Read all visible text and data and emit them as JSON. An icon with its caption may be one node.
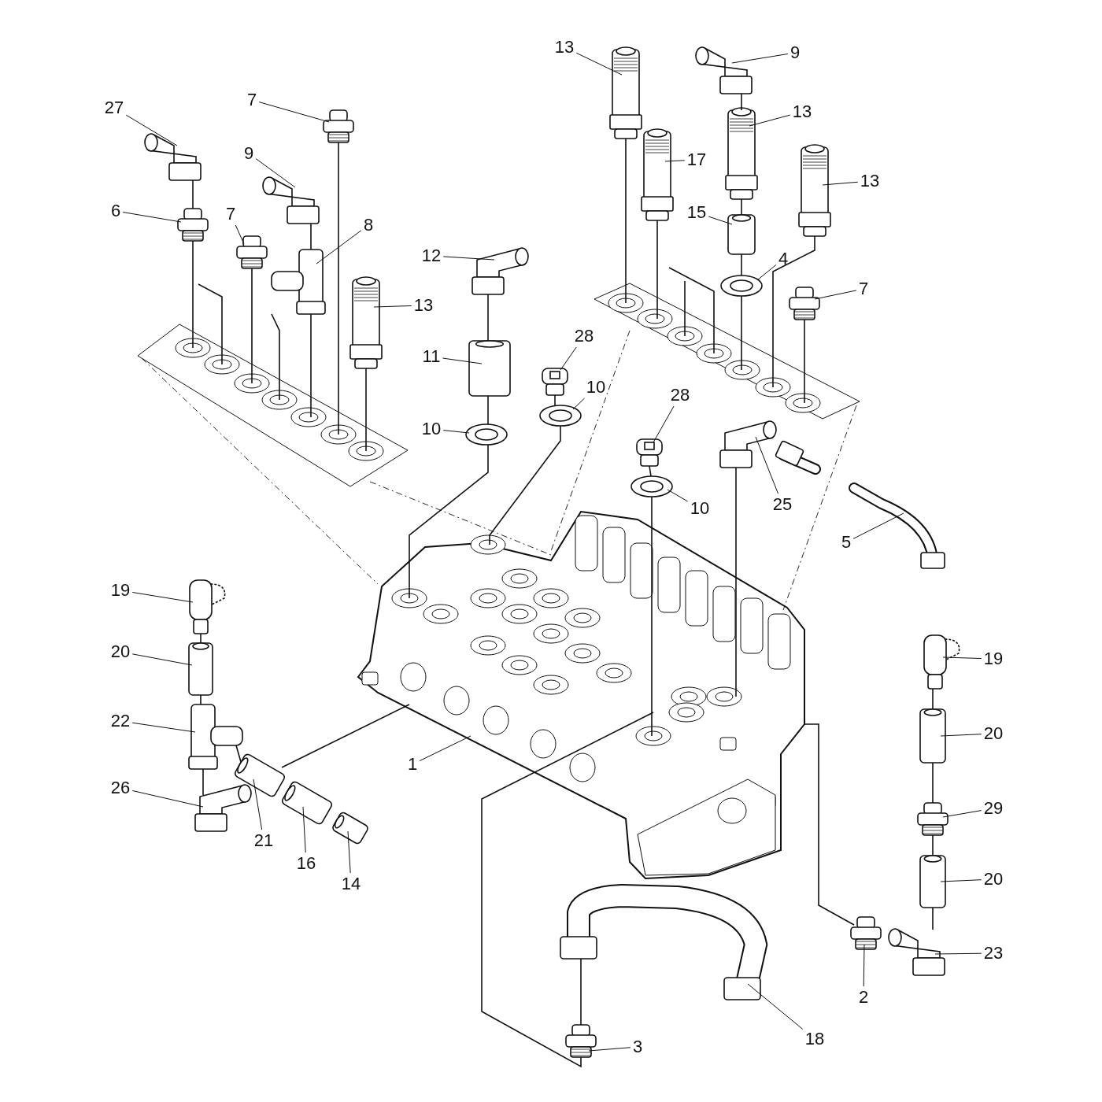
{
  "diagram": {
    "nodes": [
      {
        "text": [
          "27"
        ]
      },
      {
        "text": [
          "7"
        ]
      },
      {
        "text": [
          "9"
        ]
      },
      {
        "text": [
          "6"
        ]
      },
      {
        "text": [
          "7"
        ]
      },
      {
        "text": [
          "8"
        ]
      },
      {
        "text": [
          "13"
        ]
      },
      {
        "text": [
          "12"
        ]
      },
      {
        "text": [
          "11"
        ]
      },
      {
        "text": [
          "28"
        ]
      },
      {
        "text": [
          "10"
        ]
      },
      {
        "text": [
          "10"
        ]
      },
      {
        "text": [
          "13"
        ]
      },
      {
        "text": [
          "9"
        ]
      },
      {
        "text": [
          "13"
        ]
      },
      {
        "text": [
          "17"
        ]
      },
      {
        "text": [
          "15"
        ]
      },
      {
        "text": [
          "13"
        ]
      },
      {
        "text": [
          "4"
        ]
      },
      {
        "text": [
          "7"
        ]
      },
      {
        "text": [
          "28"
        ]
      },
      {
        "text": [
          "10"
        ]
      },
      {
        "text": [
          "25"
        ]
      },
      {
        "text": [
          "5"
        ]
      },
      {
        "text": [
          "19"
        ]
      },
      {
        "text": [
          "20"
        ]
      },
      {
        "text": [
          "22"
        ]
      },
      {
        "text": [
          "26"
        ]
      },
      {
        "text": [
          "21"
        ]
      },
      {
        "text": [
          "16"
        ]
      },
      {
        "text": [
          "14"
        ]
      },
      {
        "text": [
          "1"
        ]
      },
      {
        "text": [
          "19"
        ]
      },
      {
        "text": [
          "20"
        ]
      },
      {
        "text": [
          "29"
        ]
      },
      {
        "text": [
          "20"
        ]
      },
      {
        "text": [
          "23"
        ]
      },
      {
        "text": [
          "2"
        ]
      },
      {
        "text": [
          "18"
        ]
      },
      {
        "text": [
          "3"
        ]
      },
      {
        "text": [],
        "shape": "picture"
      },
      {
        "text": [],
        "shape": "picture"
      },
      {
        "text": [],
        "shape": "picture"
      },
      {
        "text": [],
        "shape": "picture"
      },
      {
        "text": [],
        "shape": "picture"
      },
      {
        "text": [],
        "shape": "picture"
      },
      {
        "text": [],
        "shape": "picture"
      },
      {
        "text": [],
        "shape": "picture"
      },
      {
        "text": [],
        "shape": "picture"
      },
      {
        "text": [],
        "shape": "picture"
      },
      {
        "text": [],
        "shape": "picture"
      },
      {
        "text": [],
        "shape": "picture"
      },
      {
        "text": [],
        "shape": "picture"
      },
      {
        "text": [],
        "shape": "picture"
      },
      {
        "text": [],
        "shape": "picture"
      },
      {
        "text": [],
        "shape": "picture"
      },
      {
        "text": [],
        "shape": "picture"
      },
      {
        "text": [],
        "shape": "picture"
      },
      {
        "text": [],
        "shape": "picture"
      },
      {
        "text": [],
        "shape": "picture"
      },
      {
        "text": [],
        "shape": "picture"
      },
      {
        "text": [],
        "shape": "picture"
      },
      {
        "text": [],
        "shape": "picture"
      },
      {
        "text": [],
        "shape": "picture"
      },
      {
        "text": [],
        "shape": "picture"
      },
      {
        "text": [],
        "shape": "picture"
      },
      {
        "text": [],
        "shape": "picture"
      },
      {
        "text": [],
        "shape": "picture"
      },
      {
        "text": [],
        "shape": "picture"
      },
      {
        "text": [],
        "shape": "picture"
      },
      {
        "text": [],
        "shape": "picture"
      },
      {
        "text": [],
        "shape": "picture"
      },
      {
        "text": [],
        "shape": "picture"
      },
      {
        "text": [],
        "shape": "picture"
      },
      {
        "text": [],
        "shape": "picture"
      },
      {
        "text": [],
        "shape": "picture"
      },
      {
        "text": [],
        "shape": "picture"
      },
      {
        "text": [],
        "shape": "picture"
      },
      {
        "text": [],
        "shape": "picture"
      },
      {
        "text": [],
        "shape": "picture"
      },
      {
        "text": [],
        "shape": "picture"
      },
      {
        "text": [],
        "shape": "picture"
      }
    ],
    "edges": [
      {
        "from": 0,
        "to": 40,
        "arrow": "none"
      },
      {
        "from": 1,
        "to": 42,
        "arrow": "none"
      },
      {
        "from": 2,
        "to": 43,
        "arrow": "none"
      },
      {
        "from": 3,
        "to": 41,
        "arrow": "none"
      },
      {
        "from": 4,
        "to": 44,
        "arrow": "none"
      },
      {
        "from": 5,
        "to": 45,
        "arrow": "none"
      },
      {
        "from": 6,
        "to": 46,
        "arrow": "none"
      },
      {
        "from": 7,
        "to": 47,
        "arrow": "none"
      },
      {
        "from": 8,
        "to": 48,
        "arrow": "none"
      },
      {
        "from": 9,
        "to": 50,
        "arrow": "none"
      },
      {
        "from": 10,
        "to": 51,
        "arrow": "none"
      },
      {
        "from": 11,
        "to": 49,
        "arrow": "none"
      },
      {
        "from": 12,
        "to": 52,
        "arrow": "none"
      },
      {
        "from": 13,
        "to": 54,
        "arrow": "none"
      },
      {
        "from": 14,
        "to": 55,
        "arrow": "none"
      },
      {
        "from": 15,
        "to": 53,
        "arrow": "none"
      },
      {
        "from": 16,
        "to": 56,
        "arrow": "none"
      },
      {
        "from": 17,
        "to": 58,
        "arrow": "none"
      },
      {
        "from": 18,
        "to": 57,
        "arrow": "none"
      },
      {
        "from": 19,
        "to": 59,
        "arrow": "none"
      },
      {
        "from": 20,
        "to": 60,
        "arrow": "none"
      },
      {
        "from": 21,
        "to": 61,
        "arrow": "none"
      },
      {
        "from": 22,
        "to": 62,
        "arrow": "none"
      },
      {
        "from": 23,
        "to": 63,
        "arrow": "none"
      },
      {
        "from": 24,
        "to": 64,
        "arrow": "none"
      },
      {
        "from": 25,
        "to": 65,
        "arrow": "none"
      },
      {
        "from": 26,
        "to": 66,
        "arrow": "none"
      },
      {
        "from": 27,
        "to": 67,
        "arrow": "none"
      },
      {
        "from": 28,
        "to": 68,
        "arrow": "none"
      },
      {
        "from": 29,
        "to": 69,
        "arrow": "none"
      },
      {
        "from": 30,
        "to": 70,
        "arrow": "none"
      },
      {
        "from": 31,
        "to": 71,
        "arrow": "none"
      },
      {
        "from": 32,
        "to": 72,
        "arrow": "none"
      },
      {
        "from": 33,
        "to": 73,
        "arrow": "none"
      },
      {
        "from": 34,
        "to": 74,
        "arrow": "none"
      },
      {
        "from": 35,
        "to": 75,
        "arrow": "none"
      },
      {
        "from": 36,
        "to": 76,
        "arrow": "none"
      },
      {
        "from": 37,
        "to": 77,
        "arrow": "none"
      },
      {
        "from": 38,
        "to": 78,
        "arrow": "none"
      },
      {
        "from": 39,
        "to": 79,
        "arrow": "none"
      },
      {
        "from": 40,
        "to": 41,
        "arrow": "none"
      },
      {
        "from": 41,
        "to": 80,
        "arrow": "none"
      },
      {
        "from": null,
        "to": 80,
        "arrow": "none"
      },
      {
        "from": 45,
        "to": 80,
        "arrow": "none"
      },
      {
        "from": 44,
        "to": 80,
        "arrow": "none"
      },
      {
        "from": 43,
        "to": 45,
        "arrow": "none"
      },
      {
        "from": 45,
        "to": 80,
        "arrow": "none"
      },
      {
        "from": 42,
        "to": 80,
        "arrow": "none"
      },
      {
        "from": 46,
        "to": 80,
        "arrow": "none"
      },
      {
        "from": 47,
        "to": 48,
        "arrow": "none"
      },
      {
        "from": 48,
        "to": 49,
        "arrow": "none"
      },
      {
        "from": 49,
        "to": 71,
        "arrow": "none"
      },
      {
        "from": 50,
        "to": 51,
        "arrow": "none"
      },
      {
        "from": 51,
        "to": 71,
        "arrow": "none"
      },
      {
        "from": 52,
        "to": 81,
        "arrow": "none"
      },
      {
        "from": 53,
        "to": 81,
        "arrow": "none"
      },
      {
        "from": null,
        "to": 81,
        "arrow": "none"
      },
      {
        "from": null,
        "to": 81,
        "arrow": "none"
      },
      {
        "from": 54,
        "to": 55,
        "arrow": "none"
      },
      {
        "from": 55,
        "to": 56,
        "arrow": "none"
      },
      {
        "from": 56,
        "to": 57,
        "arrow": "none"
      },
      {
        "from": 57,
        "to": 81,
        "arrow": "none"
      },
      {
        "from": 58,
        "to": 81,
        "arrow": "none"
      },
      {
        "from": 59,
        "to": 81,
        "arrow": "none"
      },
      {
        "from": 60,
        "to": 61,
        "arrow": "none"
      },
      {
        "from": 61,
        "to": 71,
        "arrow": "none"
      },
      {
        "from": 62,
        "to": 71,
        "arrow": "none"
      },
      {
        "from": 64,
        "to": 65,
        "arrow": "none"
      },
      {
        "from": 65,
        "to": 66,
        "arrow": "none"
      },
      {
        "from": 66,
        "to": 67,
        "arrow": "none"
      },
      {
        "from": 66,
        "to": 68,
        "arrow": "none"
      },
      {
        "from": 68,
        "to": 71,
        "arrow": "none"
      },
      {
        "from": 71,
        "to": 79,
        "arrow": "none"
      },
      {
        "from": 71,
        "to": 77,
        "arrow": "none"
      },
      {
        "from": 72,
        "to": 73,
        "arrow": "none"
      },
      {
        "from": 73,
        "to": 74,
        "arrow": "none"
      },
      {
        "from": 74,
        "to": 75,
        "arrow": "none"
      },
      {
        "from": 75,
        "to": 76,
        "arrow": "none"
      },
      {
        "from": 78,
        "to": 79,
        "arrow": "none"
      },
      {
        "from": 80,
        "to": 71,
        "arrow": "none",
        "style": "dashed"
      },
      {
        "from": 80,
        "to": 71,
        "arrow": "none",
        "style": "dashed"
      },
      {
        "from": 81,
        "to": 71,
        "arrow": "none",
        "style": "dashed"
      },
      {
        "from": 81,
        "to": 71,
        "arrow": "none",
        "style": "dashed"
      }
    ]
  }
}
